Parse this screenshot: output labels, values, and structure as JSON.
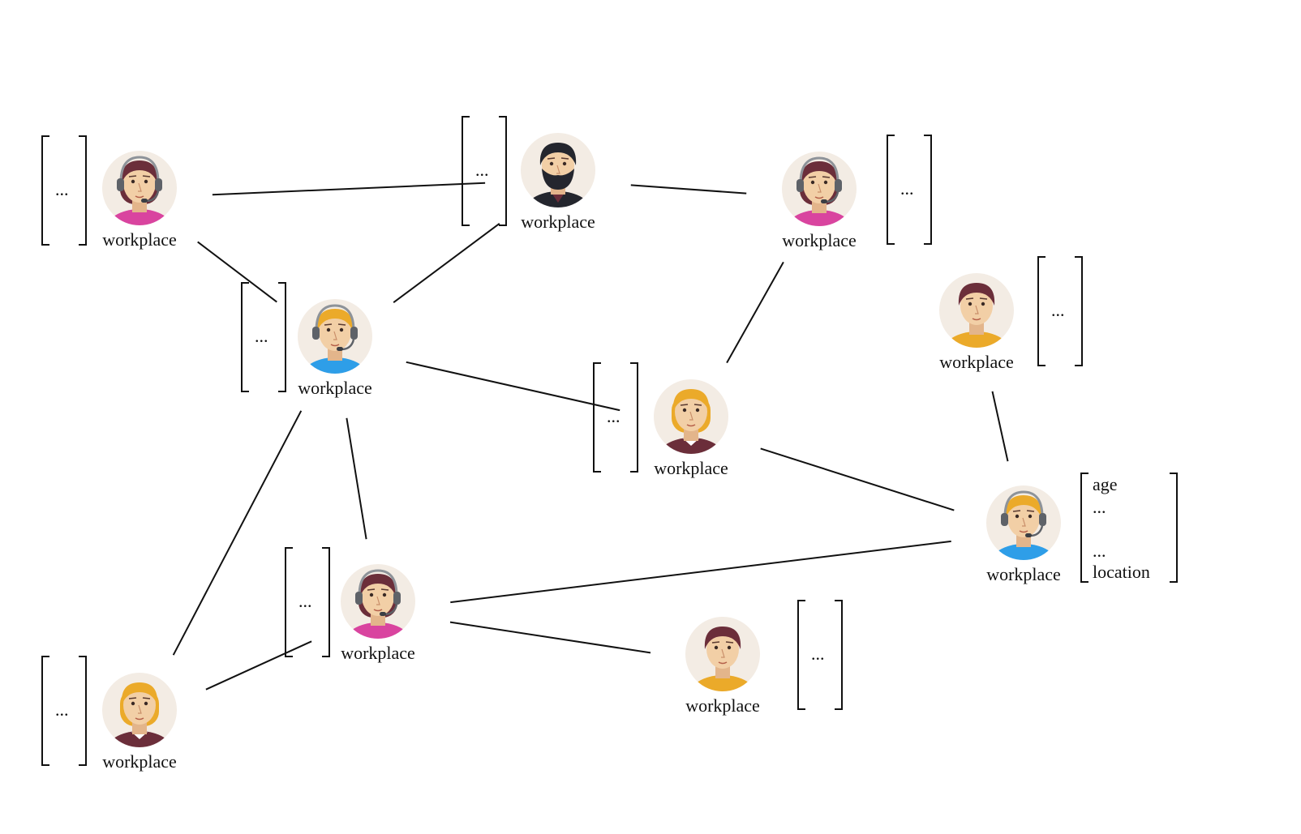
{
  "colors": {
    "avatar_bg": "#f3ece4",
    "skin": "#f2cfa6",
    "magenta": "#d9449f",
    "blue": "#2e9ee8",
    "orange": "#ebaa2a",
    "maroon": "#6b2e3a",
    "dark": "#24262e",
    "headset": "#8e9399",
    "line": "#111111"
  },
  "nodes": [
    {
      "id": "n1",
      "avatar": "woman-dark-hair-headset",
      "label": "workplace",
      "attributes": [
        "..."
      ]
    },
    {
      "id": "n2",
      "avatar": "bearded-man",
      "label": "workplace",
      "attributes": [
        "..."
      ]
    },
    {
      "id": "n3",
      "avatar": "woman-dark-hair-headset",
      "label": "workplace",
      "attributes": [
        "..."
      ]
    },
    {
      "id": "n4",
      "avatar": "man-headset-blue-shirt",
      "label": "workplace",
      "attributes": [
        "..."
      ]
    },
    {
      "id": "n5",
      "avatar": "man-orange-shirt",
      "label": "workplace",
      "attributes": [
        "..."
      ]
    },
    {
      "id": "n6",
      "avatar": "woman-blonde",
      "label": "workplace",
      "attributes": [
        "..."
      ]
    },
    {
      "id": "n7",
      "avatar": "man-headset-blue-shirt",
      "label": "workplace",
      "attributes": [
        "age",
        "...",
        "...",
        "location"
      ]
    },
    {
      "id": "n8",
      "avatar": "woman-dark-hair-headset",
      "label": "workplace",
      "attributes": [
        "..."
      ]
    },
    {
      "id": "n9",
      "avatar": "man-orange-shirt",
      "label": "workplace",
      "attributes": [
        "..."
      ]
    },
    {
      "id": "n10",
      "avatar": "woman-blonde",
      "label": "workplace",
      "attributes": [
        "..."
      ]
    }
  ],
  "edges": [
    [
      "n1",
      "n2"
    ],
    [
      "n1",
      "n4"
    ],
    [
      "n2",
      "n3"
    ],
    [
      "n2",
      "n4"
    ],
    [
      "n3",
      "n6"
    ],
    [
      "n4",
      "n6"
    ],
    [
      "n4",
      "n8"
    ],
    [
      "n4",
      "n10"
    ],
    [
      "n5",
      "n7"
    ],
    [
      "n6",
      "n7"
    ],
    [
      "n8",
      "n7"
    ],
    [
      "n8",
      "n9"
    ],
    [
      "n8",
      "n10"
    ]
  ]
}
